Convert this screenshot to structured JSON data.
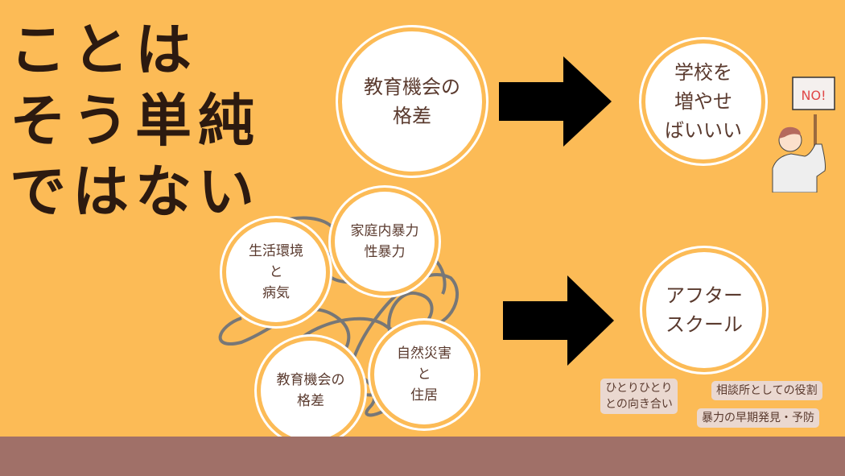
{
  "title": {
    "line1": "ことは",
    "line2": "そう単純",
    "line3": "ではない"
  },
  "top_row": {
    "cause": [
      "教育機会の",
      "格差"
    ],
    "solution": [
      "学校を",
      "増やせ",
      "ばいいい"
    ],
    "sign": "NO!"
  },
  "tangle": {
    "items": [
      [
        "生活環境",
        "と",
        "病気"
      ],
      [
        "家庭内暴力",
        "性暴力"
      ],
      [
        "教育機会の",
        "格差"
      ],
      [
        "自然災害",
        "と",
        "住居"
      ]
    ]
  },
  "bottom_row": {
    "solution": [
      "アフター",
      "スクール"
    ],
    "tags": [
      [
        "ひとりひとり",
        "との向き合い"
      ],
      [
        "相談所としての役割"
      ],
      [
        "暴力の早期発見・予防"
      ]
    ]
  },
  "colors": {
    "background": "#fcbb56",
    "bar": "#a07068",
    "text": "#2c1a10"
  }
}
